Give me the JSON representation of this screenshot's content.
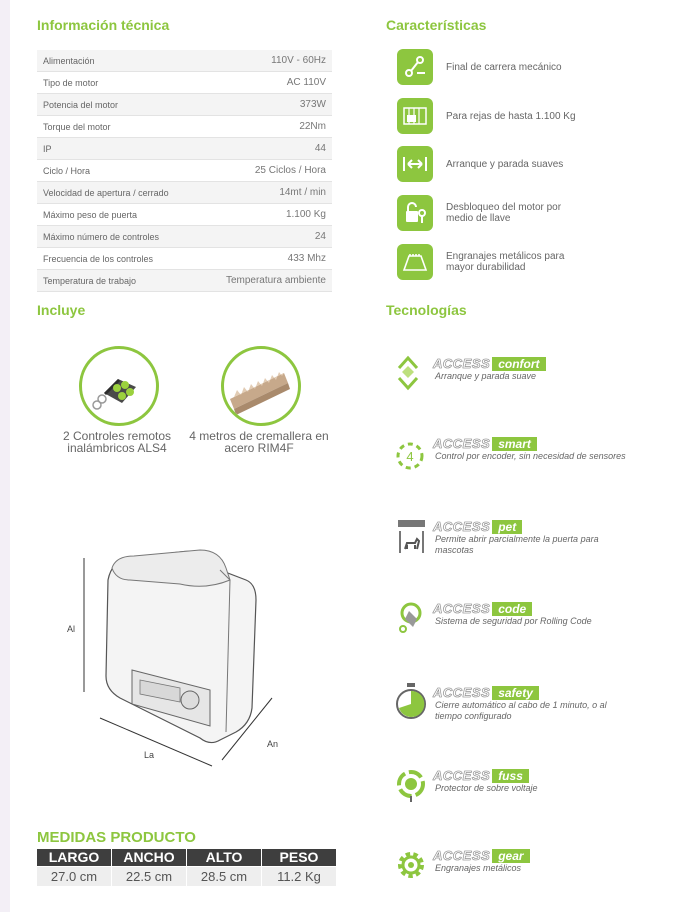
{
  "sections": {
    "tech_info": "Información técnica",
    "features": "Características",
    "includes": "Incluye",
    "technologies": "Tecnologías"
  },
  "specs": [
    {
      "label": "Alimentación",
      "value": "110V - 60Hz"
    },
    {
      "label": "Tipo de motor",
      "value": "AC 110V"
    },
    {
      "label": "Potencia del motor",
      "value": "373W"
    },
    {
      "label": "Torque del motor",
      "value": "22Nm"
    },
    {
      "label": "IP",
      "value": "44"
    },
    {
      "label": "Ciclo / Hora",
      "value": "25 Ciclos / Hora"
    },
    {
      "label": "Velocidad de apertura / cerrado",
      "value": "14mt / min"
    },
    {
      "label": "Máximo peso de puerta",
      "value": "1.100 Kg"
    },
    {
      "label": "Máximo número de controles",
      "value": "24"
    },
    {
      "label": "Frecuencia de los controles",
      "value": "433 Mhz"
    },
    {
      "label": "Temperatura de trabajo",
      "value": "Temperatura ambiente"
    }
  ],
  "features": [
    {
      "icon": "limit-switch-icon",
      "text": "Final de carrera mecánico"
    },
    {
      "icon": "gate-weight-icon",
      "text": "Para rejas de hasta 1.100 Kg"
    },
    {
      "icon": "soft-start-icon",
      "text": "Arranque y parada suaves"
    },
    {
      "icon": "key-release-icon",
      "text": "Desbloqueo del motor por medio de llave"
    },
    {
      "icon": "metal-gears-icon",
      "text": "Engranajes metálicos para mayor durabilidad"
    }
  ],
  "includes": [
    {
      "icon": "remote-control-icon",
      "text": "2 Controles remotos inalámbricos ALS4"
    },
    {
      "icon": "gear-rack-icon",
      "text": "4 metros de cremallera en acero RIM4F"
    }
  ],
  "technologies": [
    {
      "brand": "ACCESS",
      "tag": "confort",
      "desc": "Arranque y parada suave",
      "icon": "confort-icon"
    },
    {
      "brand": "ACCESS",
      "tag": "smart",
      "desc": "Control por encoder, sin necesidad de sensores",
      "icon": "smart-icon",
      "icon_text": "4"
    },
    {
      "brand": "ACCESS",
      "tag": "pet",
      "desc": "Permite abrir parcialmente la puerta para mascotas",
      "icon": "pet-icon"
    },
    {
      "brand": "ACCESS",
      "tag": "code",
      "desc": "Sistema de seguridad por Rolling Code",
      "icon": "code-icon"
    },
    {
      "brand": "ACCESS",
      "tag": "safety",
      "desc": "Cierre automático al cabo de 1 minuto, o al tiempo configurado",
      "icon": "safety-icon"
    },
    {
      "brand": "ACCESS",
      "tag": "fuss",
      "desc": "Protector de sobre voltaje",
      "icon": "fuss-icon"
    },
    {
      "brand": "ACCESS",
      "tag": "gear",
      "desc": "Engranajes metálicos",
      "icon": "gear-icon"
    }
  ],
  "diagram": {
    "al": "Al",
    "la": "La",
    "an": "An"
  },
  "dimensions": {
    "title": "MEDIDAS PRODUCTO",
    "columns": [
      {
        "head": "LARGO",
        "value": "27.0 cm"
      },
      {
        "head": "ANCHO",
        "value": "22.5 cm"
      },
      {
        "head": "ALTO",
        "value": "28.5 cm"
      },
      {
        "head": "PESO",
        "value": "11.2 Kg"
      }
    ]
  },
  "colors": {
    "accent": "#8dc63f",
    "dark": "#3e3e3e"
  }
}
